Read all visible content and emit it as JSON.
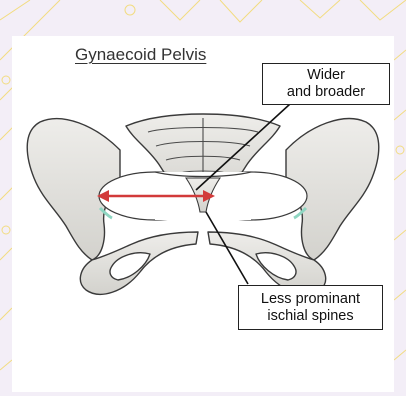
{
  "title": "Gynaecoid Pelvis",
  "callouts": {
    "top": {
      "line1": "Wider",
      "line2": "and broader"
    },
    "bottom": {
      "line1": "Less prominant",
      "line2": "ischial spines"
    }
  },
  "colors": {
    "bone_fill": "#e6e5e1",
    "bone_stroke": "#3a3a3a",
    "arrow": "#d23a3a",
    "background": "#f3eef7",
    "pattern": "#f2d65a",
    "inlet_highlight": "#8fd6c2"
  },
  "icons": {
    "pelvis": "pelvis-illustration",
    "arrow": "double-headed-arrow"
  }
}
